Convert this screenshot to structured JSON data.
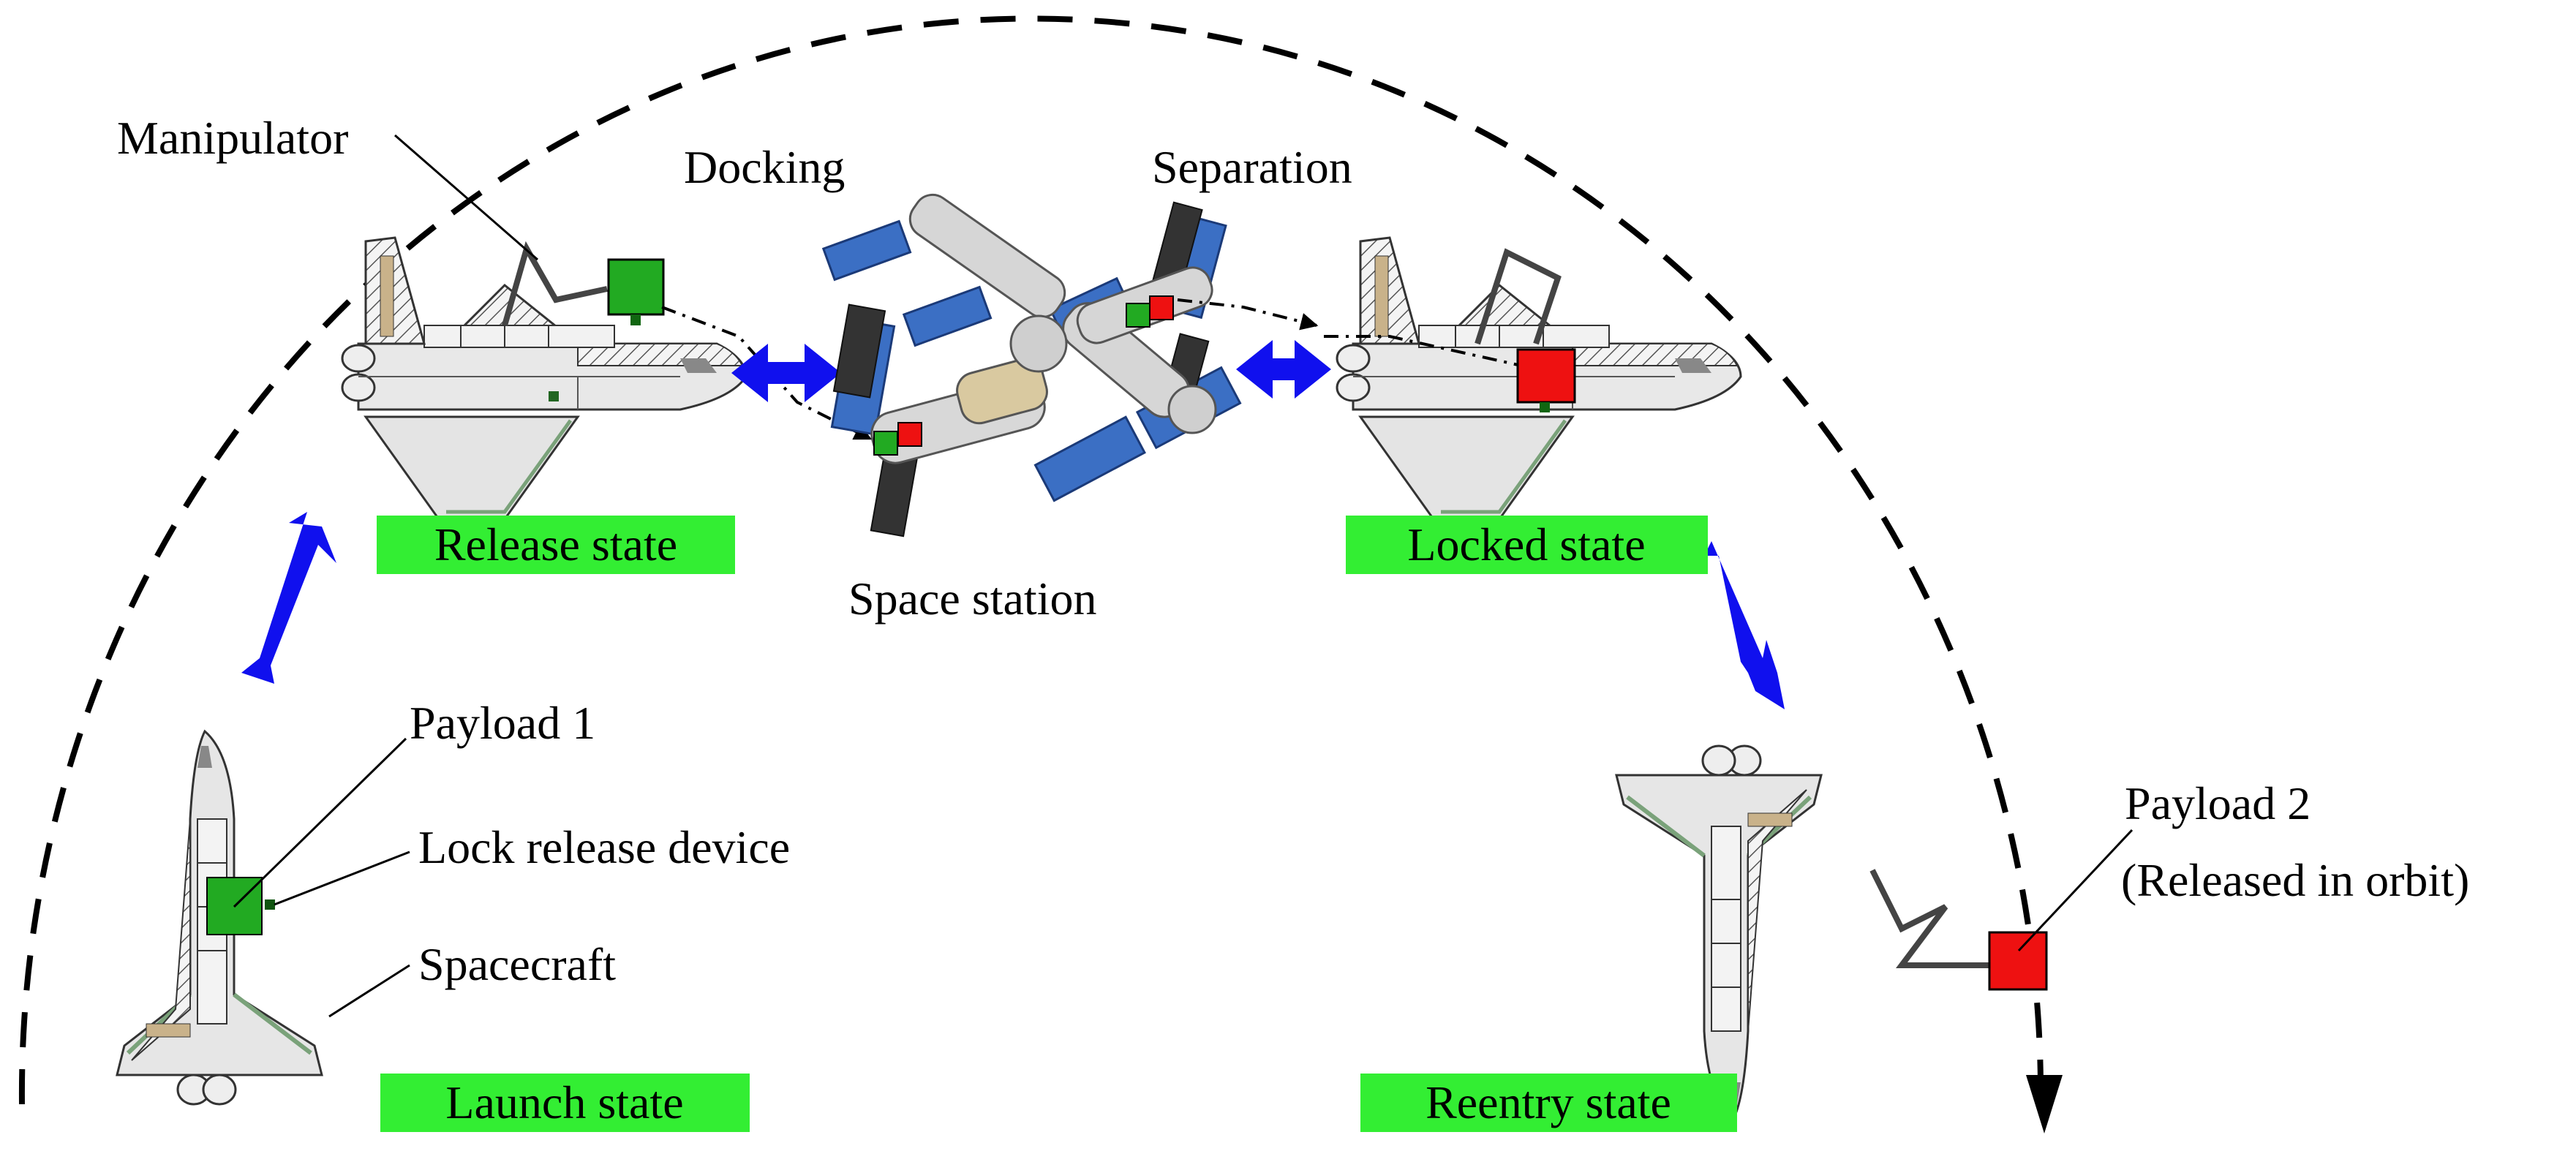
{
  "labels": {
    "manipulator": "Manipulator",
    "docking": "Docking",
    "separation": "Separation",
    "space_station": "Space station",
    "payload1": "Payload 1",
    "lock_release_device": "Lock release device",
    "spacecraft": "Spacecraft",
    "payload2_line1": "Payload 2",
    "payload2_line2": "(Released in orbit)"
  },
  "states": {
    "release": "Release state",
    "locked": "Locked state",
    "launch": "Launch state",
    "reentry": "Reentry state"
  },
  "colors": {
    "state_box": "#33ee33",
    "payload_locked_green": "#22aa22",
    "payload_released_red": "#ee1111",
    "transition_arrow": "#1010ee",
    "hull": "#e0e0e0",
    "thermal_edge": "#7aa27a"
  }
}
